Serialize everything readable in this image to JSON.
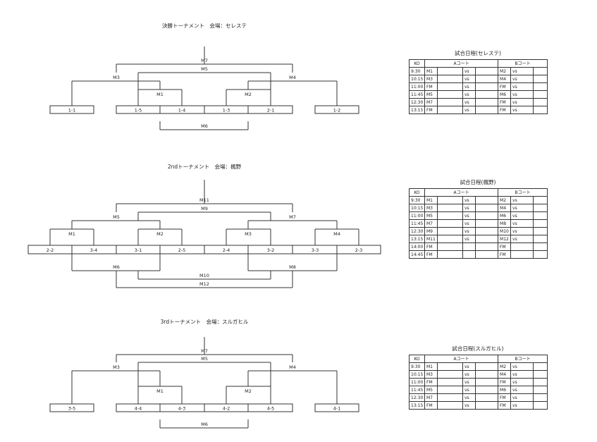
{
  "tournaments": [
    {
      "title": "決勝トーナメント　会場：セレステ",
      "slots": [
        "1-1",
        "1-5",
        "1-4",
        "1-3",
        "2-1",
        "1-2"
      ],
      "matches": [
        "M7",
        "M5",
        "M3",
        "M4",
        "M1",
        "M2",
        "M6"
      ]
    },
    {
      "title": "2ndトーナメント　会場：楓野",
      "slots": [
        "2-2",
        "3-4",
        "3-1",
        "2-5",
        "2-4",
        "3-2",
        "3-3",
        "2-3"
      ],
      "matches": [
        "M11",
        "M9",
        "M5",
        "M7",
        "M1",
        "M2",
        "M3",
        "M4",
        "M6",
        "M8",
        "M10",
        "M12"
      ]
    },
    {
      "title": "3rdトーナメント　会場：スルガヒル",
      "slots": [
        "3-5",
        "4-4",
        "4-3",
        "4-2",
        "4-5",
        "4-1"
      ],
      "matches": [
        "M7",
        "M5",
        "M3",
        "M4",
        "M1",
        "M2",
        "M6"
      ]
    }
  ],
  "schedules": [
    {
      "title": "試合日程(セレステ)",
      "headers": {
        "ko": "KO",
        "court_a": "Aコート",
        "court_b": "Bコート"
      },
      "rows": [
        {
          "time": "9:30",
          "a": "M1",
          "a_vs": "vs",
          "b": "M2",
          "b_vs": "vs"
        },
        {
          "time": "10:15",
          "a": "M3",
          "a_vs": "vs",
          "b": "M4",
          "b_vs": "vs"
        },
        {
          "time": "11:00",
          "a": "FM",
          "a_vs": "vs",
          "b": "FM",
          "b_vs": "vs"
        },
        {
          "time": "11:45",
          "a": "M5",
          "a_vs": "vs",
          "b": "M6",
          "b_vs": "vs"
        },
        {
          "time": "12:30",
          "a": "M7",
          "a_vs": "vs",
          "b": "FM",
          "b_vs": "vs"
        },
        {
          "time": "13:15",
          "a": "FM",
          "a_vs": "vs",
          "b": "FM",
          "b_vs": "vs"
        }
      ]
    },
    {
      "title": "試合日程(楓野)",
      "headers": {
        "ko": "KO",
        "court_a": "Aコート",
        "court_b": "Bコート"
      },
      "rows": [
        {
          "time": "9:30",
          "a": "M1",
          "a_vs": "vs",
          "b": "M2",
          "b_vs": "vs"
        },
        {
          "time": "10:15",
          "a": "M3",
          "a_vs": "vs",
          "b": "M4",
          "b_vs": "vs"
        },
        {
          "time": "11:00",
          "a": "M5",
          "a_vs": "vs",
          "b": "M6",
          "b_vs": "vs"
        },
        {
          "time": "11:45",
          "a": "M7",
          "a_vs": "vs",
          "b": "M8",
          "b_vs": "vs"
        },
        {
          "time": "12:30",
          "a": "M9",
          "a_vs": "vs",
          "b": "M10",
          "b_vs": "vs"
        },
        {
          "time": "13:15",
          "a": "M11",
          "a_vs": "vs",
          "b": "M12",
          "b_vs": "vs"
        },
        {
          "time": "14:00",
          "a": "FM",
          "a_vs": "",
          "b": "FM",
          "b_vs": ""
        },
        {
          "time": "14:45",
          "a": "FM",
          "a_vs": "",
          "b": "FM",
          "b_vs": ""
        }
      ]
    },
    {
      "title": "試合日程(スルガヒル)",
      "headers": {
        "ko": "KO",
        "court_a": "Aコート",
        "court_b": "Bコート"
      },
      "rows": [
        {
          "time": "9:30",
          "a": "M1",
          "a_vs": "vs",
          "b": "M2",
          "b_vs": "vs"
        },
        {
          "time": "10:15",
          "a": "M3",
          "a_vs": "vs",
          "b": "M4",
          "b_vs": "vs"
        },
        {
          "time": "11:00",
          "a": "FM",
          "a_vs": "vs",
          "b": "FM",
          "b_vs": "vs"
        },
        {
          "time": "11:45",
          "a": "M5",
          "a_vs": "vs",
          "b": "M6",
          "b_vs": "vs"
        },
        {
          "time": "12:30",
          "a": "M7",
          "a_vs": "vs",
          "b": "FM",
          "b_vs": "vs"
        },
        {
          "time": "13:15",
          "a": "FM",
          "a_vs": "vs",
          "b": "FM",
          "b_vs": "vs"
        }
      ]
    }
  ]
}
